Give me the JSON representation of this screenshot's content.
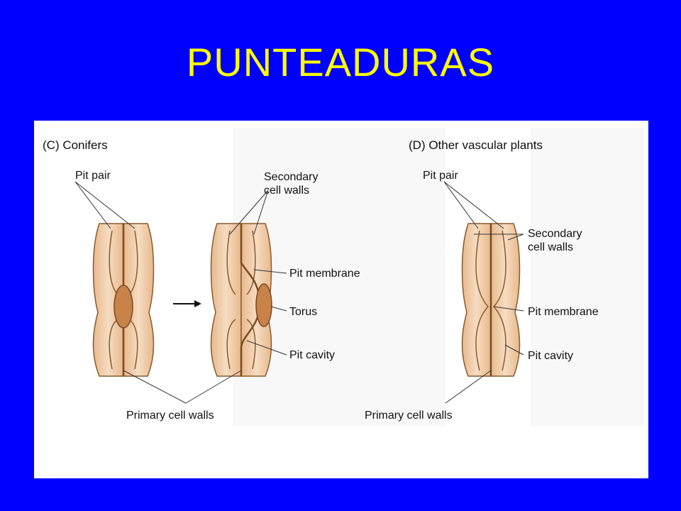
{
  "slide": {
    "title": "PUNTEADURAS",
    "colors": {
      "background": "#0000ff",
      "title": "#ffff00",
      "wall": "#d9a679",
      "torus": "#c8824a"
    }
  },
  "figure": {
    "conifers": {
      "heading": "(C)  Conifers",
      "labels": {
        "pit_pair": "Pit pair",
        "secondary_walls_1": "Secondary",
        "secondary_walls_2": "cell walls",
        "pit_membrane": "Pit membrane",
        "torus": "Torus",
        "pit_cavity": "Pit cavity",
        "primary_walls": "Primary cell walls"
      }
    },
    "other": {
      "heading": "(D)  Other vascular plants",
      "labels": {
        "pit_pair": "Pit pair",
        "secondary_walls_1": "Secondary",
        "secondary_walls_2": "cell walls",
        "pit_membrane": "Pit membrane",
        "pit_cavity": "Pit cavity",
        "primary_walls": "Primary cell walls"
      }
    }
  }
}
